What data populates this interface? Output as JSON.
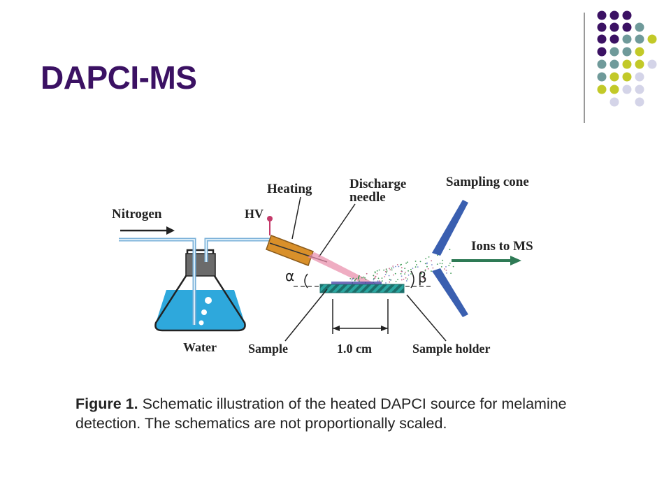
{
  "slide": {
    "title": "DAPCI-MS"
  },
  "diagram": {
    "labels": {
      "nitrogen": "Nitrogen",
      "hv": "HV",
      "heating": "Heating",
      "discharge_line1": "Discharge",
      "discharge_line2": "needle",
      "sampling_cone": "Sampling cone",
      "ions_to_ms": "Ions to MS",
      "alpha": "α",
      "beta": "β",
      "water": "Water",
      "sample": "Sample",
      "scale": "1.0 cm",
      "sample_holder": "Sample holder"
    }
  },
  "caption": {
    "prefix": "Figure 1.",
    "text": " Schematic illustration of the heated DAPCI source for melamine detection. The schematics are not proportionally scaled."
  },
  "colors": {
    "title": "#3b1163",
    "dot_purple": "#3b1163",
    "dot_teal": "#6f9a9a",
    "dot_yellow": "#c2c928",
    "dot_lavender": "#d4d4e8",
    "water": "#2ea8dc",
    "cone": "#3a5fb0",
    "heater": "#d9902a",
    "holder": "#2aa6a0",
    "ion_arrow": "#2e7a55"
  }
}
